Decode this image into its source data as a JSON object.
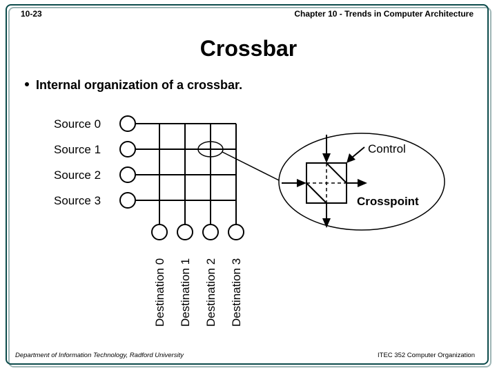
{
  "header": {
    "slide_number": "10-23",
    "chapter": "Chapter 10 - Trends in Computer Architecture"
  },
  "title": "Crossbar",
  "bullet": "Internal organization of a crossbar.",
  "diagram": {
    "sources": [
      "Source 0",
      "Source 1",
      "Source 2",
      "Source 3"
    ],
    "destinations": [
      "Destination 0",
      "Destination 1",
      "Destination 2",
      "Destination 3"
    ],
    "control_label": "Control",
    "crosspoint_label": "Crosspoint"
  },
  "footer": {
    "left": "Department of Information Technology, Radford University",
    "right": "ITEC 352 Computer Organization"
  }
}
